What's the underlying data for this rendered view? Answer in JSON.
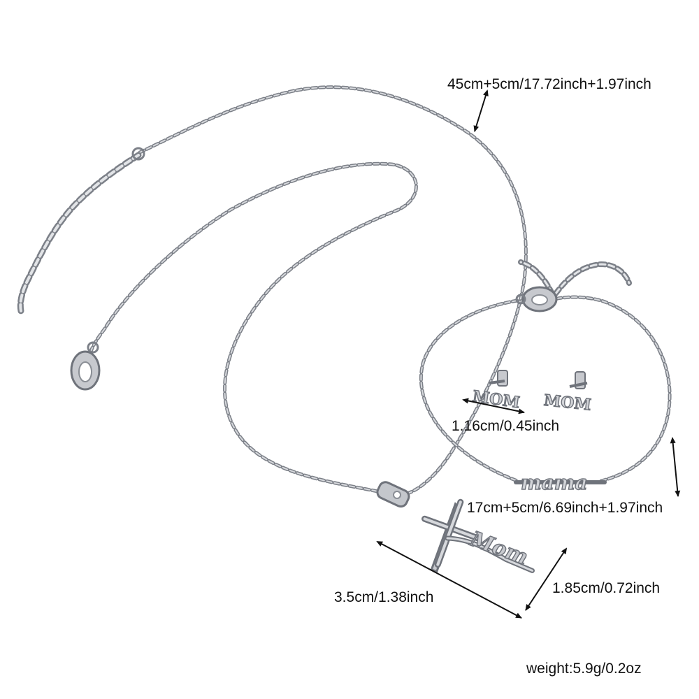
{
  "labels": {
    "necklace_length": "45cm+5cm/17.72inch+1.97inch",
    "earring_width": "1.16cm/0.45inch",
    "bracelet_length": "17cm+5cm/6.69inch+1.97inch",
    "pendant_width": "3.5cm/1.38inch",
    "pendant_height": "1.85cm/0.72inch",
    "weight": "weight:5.9g/0.2oz"
  },
  "engravings": {
    "pendant_script": "Mom",
    "bracelet_script": "mama",
    "earring_text": "MOM"
  },
  "colors": {
    "metal": "#b9bcc2",
    "metal_shadow": "#7c8088",
    "background": "#ffffff",
    "text": "#111111"
  }
}
